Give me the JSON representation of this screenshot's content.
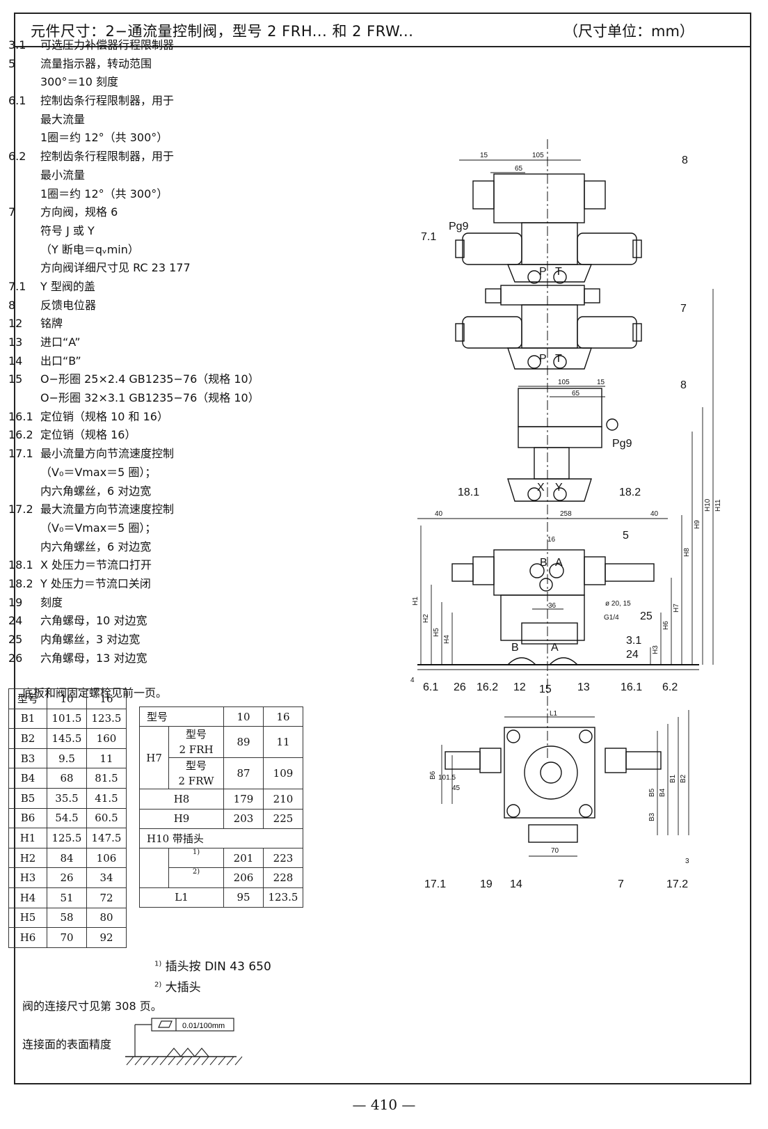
{
  "header": {
    "title": "元件尺寸：2−通流量控制阀，型号 2 FRH... 和 2 FRW...",
    "unit": "（尺寸单位：mm）"
  },
  "legend": [
    {
      "num": "3.1",
      "lines": [
        "可选压力补偿器行程限制器"
      ]
    },
    {
      "num": "5",
      "lines": [
        "流量指示器，转动范围",
        "300°＝10 刻度"
      ]
    },
    {
      "num": "6.1",
      "lines": [
        "控制齿条行程限制器，用于",
        "最大流量",
        "1圈＝约 12°（共 300°）"
      ]
    },
    {
      "num": "6.2",
      "lines": [
        "控制齿条行程限制器，用于",
        "最小流量",
        "1圈＝约 12°（共 300°）"
      ]
    },
    {
      "num": "7",
      "lines": [
        "方向阀，规格 6",
        "符号 J 或 Y",
        "（Y 断电＝qᵥmin）",
        "方向阀详细尺寸见 RC 23 177"
      ]
    },
    {
      "num": "7.1",
      "lines": [
        "Y 型阀的盖"
      ]
    },
    {
      "num": "8",
      "lines": [
        "反馈电位器"
      ]
    },
    {
      "num": "12",
      "lines": [
        "铭牌"
      ]
    },
    {
      "num": "13",
      "lines": [
        "进口“A”"
      ]
    },
    {
      "num": "14",
      "lines": [
        "出口“B”"
      ]
    },
    {
      "num": "15",
      "lines": [
        "O−形圈 25×2.4 GB1235−76（规格 10）",
        "O−形圈 32×3.1 GB1235−76（规格 10）"
      ]
    },
    {
      "num": "16.1",
      "lines": [
        "定位销（规格 10 和 16）"
      ]
    },
    {
      "num": "16.2",
      "lines": [
        "定位销（规格 16）"
      ]
    },
    {
      "num": "17.1",
      "lines": [
        "最小流量方向节流速度控制",
        "（V₀＝Vmax＝5 圈）；",
        "内六角螺丝，6 对边宽"
      ]
    },
    {
      "num": "17.2",
      "lines": [
        "最大流量方向节流速度控制",
        "（V₀＝Vmax＝5 圈）；",
        "内六角螺丝，6 对边宽"
      ]
    },
    {
      "num": "18.1",
      "lines": [
        "X 处压力＝节流口打开"
      ]
    },
    {
      "num": "18.2",
      "lines": [
        "Y 处压力＝节流口关闭"
      ]
    },
    {
      "num": "19",
      "lines": [
        "刻度"
      ]
    },
    {
      "num": "24",
      "lines": [
        "六角螺母，10 对边宽"
      ]
    },
    {
      "num": "25",
      "lines": [
        "内角螺丝，3 对边宽"
      ]
    },
    {
      "num": "26",
      "lines": [
        "六角螺母，13 对边宽"
      ]
    }
  ],
  "notes": {
    "baseplate": "底板和阀固定螺栓见前一页。",
    "connection": "阀的连接尺寸见第 308 页。",
    "surface": "连接面的表面精度",
    "flatness": "0.01/100mm"
  },
  "table1": {
    "headers": [
      "型号",
      "10",
      "16"
    ],
    "rows": [
      [
        "B1",
        "101.5",
        "123.5"
      ],
      [
        "B2",
        "145.5",
        "160"
      ],
      [
        "B3",
        "9.5",
        "11"
      ],
      [
        "B4",
        "68",
        "81.5"
      ],
      [
        "B5",
        "35.5",
        "41.5"
      ],
      [
        "B6",
        "54.5",
        "60.5"
      ],
      [
        "H1",
        "125.5",
        "147.5"
      ],
      [
        "H2",
        "84",
        "106"
      ],
      [
        "H3",
        "26",
        "34"
      ],
      [
        "H4",
        "51",
        "72"
      ],
      [
        "H5",
        "58",
        "80"
      ],
      [
        "H6",
        "70",
        "92"
      ]
    ]
  },
  "table2": {
    "header": {
      "label": "型号",
      "c10": "10",
      "c16": "16"
    },
    "h7": {
      "label": "H7",
      "sub1_a": "型号",
      "sub1_b": "2 FRH",
      "sub1_v10": "89",
      "sub1_v16": "11",
      "sub2_a": "型号",
      "sub2_b": "2 FRW",
      "sub2_v10": "87",
      "sub2_v16": "109"
    },
    "h8": {
      "label": "H8",
      "v10": "179",
      "v16": "210"
    },
    "h9": {
      "label": "H9",
      "v10": "203",
      "v16": "225"
    },
    "h10": {
      "label": "H10 带插头",
      "fn1": "1)",
      "fn1_v10": "201",
      "fn1_v16": "223",
      "fn2": "2)",
      "fn2_v10": "206",
      "fn2_v16": "228"
    },
    "l1": {
      "label": "L1",
      "v10": "95",
      "v16": "123.5"
    }
  },
  "footnotes": {
    "f1_mark": "1)",
    "f1_text": "插头按 DIN 43 650",
    "f2_mark": "2)",
    "f2_text": "大插头"
  },
  "drawing": {
    "dims": [
      "15",
      "105",
      "65",
      "105",
      "15",
      "65",
      "258",
      "40",
      "40",
      "16",
      "36",
      "70",
      "L1",
      "ø 20, 15",
      "G1/4",
      "4",
      "3",
      "101.5",
      "45"
    ],
    "labels": [
      "8",
      "7.1",
      "7",
      "8",
      "18.1",
      "18.2",
      "5",
      "25",
      "3.1",
      "24",
      "6.1",
      "26",
      "16.2",
      "12",
      "15",
      "13",
      "16.1",
      "6.2",
      "17.1",
      "19",
      "14",
      "7",
      "17.2",
      "Pg9",
      "Pg9",
      "P",
      "T",
      "P",
      "T",
      "X",
      "Y",
      "A",
      "B",
      "A",
      "B",
      "X",
      "Y"
    ],
    "vert_dims": [
      "H1",
      "H2",
      "H5",
      "H4",
      "H10",
      "H11",
      "H9",
      "H8",
      "H7",
      "H6",
      "H3",
      "B6",
      "B5",
      "B4",
      "B1",
      "B2",
      "B3"
    ]
  },
  "page_number": "— 410 —"
}
